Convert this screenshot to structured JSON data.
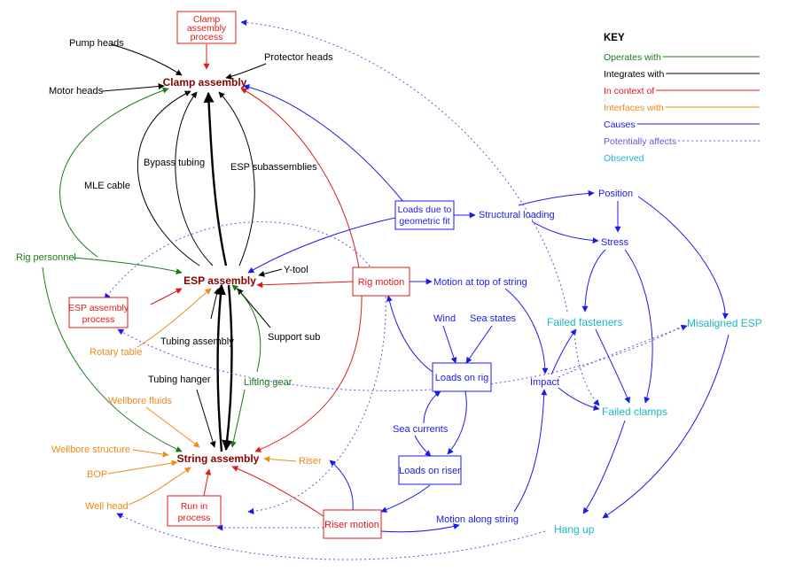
{
  "colors": {
    "operates": "#1a7a1a",
    "integrates": "#000000",
    "context": "#e01a1a",
    "interfaces": "#f08a1a",
    "causes": "#1a1aee",
    "affects": "#5a5ae0",
    "observed": "#1ab8c0",
    "dark_red": "#8a0000"
  },
  "key": {
    "title": "KEY",
    "items": [
      {
        "label": "Operates with",
        "color": "#1a7a1a",
        "dotted": false
      },
      {
        "label": "Integrates with",
        "color": "#000000",
        "dotted": false
      },
      {
        "label": "In context of",
        "color": "#e01a1a",
        "dotted": false
      },
      {
        "label": "Interfaces with",
        "color": "#f08a1a",
        "dotted": false
      },
      {
        "label": "Causes",
        "color": "#1a1aee",
        "dotted": false
      },
      {
        "label": "Potentially affects",
        "color": "#5a5ae0",
        "dotted": true
      },
      {
        "label": "Observed",
        "color": "#1ab8c0",
        "dotted": false
      }
    ]
  },
  "nodes": {
    "clamp_assembly_process": "Clamp assembly process",
    "clamp_assembly": "Clamp assembly",
    "pump_heads": "Pump heads",
    "motor_heads": "Motor heads",
    "protector_heads": "Protector heads",
    "mle_cable": "MLE cable",
    "bypass_tubing": "Bypass tubing",
    "esp_subassemblies": "ESP subassemblies",
    "rig_personnel": "Rig personnel",
    "esp_assembly": "ESP assembly",
    "y_tool": "Y-tool",
    "esp_assembly_process": "ESP assembly process",
    "rotary_table": "Rotary table",
    "tubing_assembly": "Tubing assembly",
    "support_sub": "Support sub",
    "tubing_hanger": "Tubing hanger",
    "lifting_gear": "Lifting gear",
    "wellbore_fluids": "Wellbore fluids",
    "wellbore_structure": "Wellbore structure",
    "string_assembly": "String assembly",
    "bop": "BOP",
    "well_head": "Well head",
    "run_in_process": "Run in process",
    "riser": "Riser",
    "riser_motion": "Riser motion",
    "loads_geometric_fit": "Loads due to geometric fit",
    "structural_loading": "Structural loading",
    "position": "Position",
    "stress": "Stress",
    "rig_motion": "Rig motion",
    "motion_top_string": "Motion at top of string",
    "wind": "Wind",
    "sea_states": "Sea states",
    "loads_on_rig": "Loads on rig",
    "sea_currents": "Sea currents",
    "loads_on_riser": "Loads on riser",
    "motion_along_string": "Motion along string",
    "impact": "Impact",
    "failed_fasteners": "Failed fasteners",
    "misaligned_esp": "Misaligned ESP",
    "failed_clamps": "Failed clamps",
    "hang_up": "Hang up"
  }
}
